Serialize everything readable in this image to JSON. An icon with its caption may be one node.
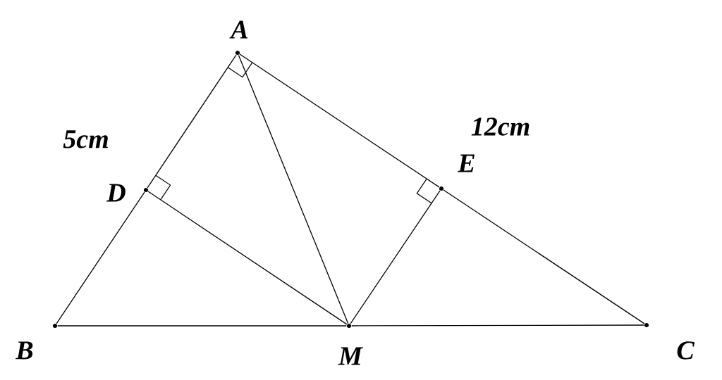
{
  "diagram": {
    "nodes": [
      {
        "text": [
          "A"
        ]
      },
      {
        "text": [
          "D"
        ]
      },
      {
        "text": [
          "E"
        ]
      },
      {
        "text": [
          "B"
        ]
      },
      {
        "text": [
          "M"
        ]
      },
      {
        "text": [
          "C"
        ]
      }
    ],
    "edges": [
      {
        "from": 0,
        "to": 1,
        "arrow": "none"
      },
      {
        "from": 1,
        "to": 3,
        "arrow": "none"
      },
      {
        "from": 0,
        "to": 2,
        "arrow": "none"
      },
      {
        "from": 2,
        "to": 5,
        "arrow": "none"
      },
      {
        "from": 3,
        "to": 4,
        "arrow": "none"
      },
      {
        "from": 4,
        "to": 5,
        "arrow": "none"
      },
      {
        "from": 0,
        "to": 4,
        "arrow": "none"
      },
      {
        "from": 1,
        "to": 4,
        "arrow": "none"
      },
      {
        "from": 2,
        "to": 4,
        "arrow": "none"
      }
    ],
    "labels": [
      "5cm",
      "12cm"
    ]
  }
}
